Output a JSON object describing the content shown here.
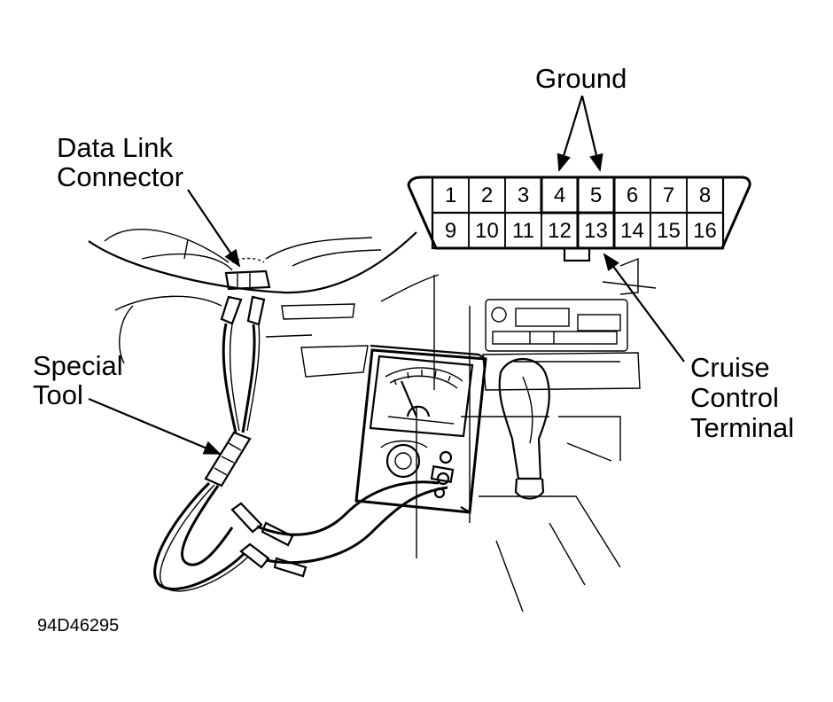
{
  "labels": {
    "ground": "Ground",
    "data_link_line1": "Data Link",
    "data_link_line2": "Connector",
    "special_tool_line1": "Special",
    "special_tool_line2": "Tool",
    "cruise_line1": "Cruise",
    "cruise_line2": "Control",
    "cruise_line3": "Terminal",
    "figure_code": "94D46295"
  },
  "connector": {
    "top_row": [
      "1",
      "2",
      "3",
      "4",
      "5",
      "6",
      "7",
      "8"
    ],
    "bottom_row": [
      "9",
      "10",
      "11",
      "12",
      "13",
      "14",
      "15",
      "16"
    ],
    "highlighted_pins": [
      "4",
      "5",
      "13"
    ]
  }
}
